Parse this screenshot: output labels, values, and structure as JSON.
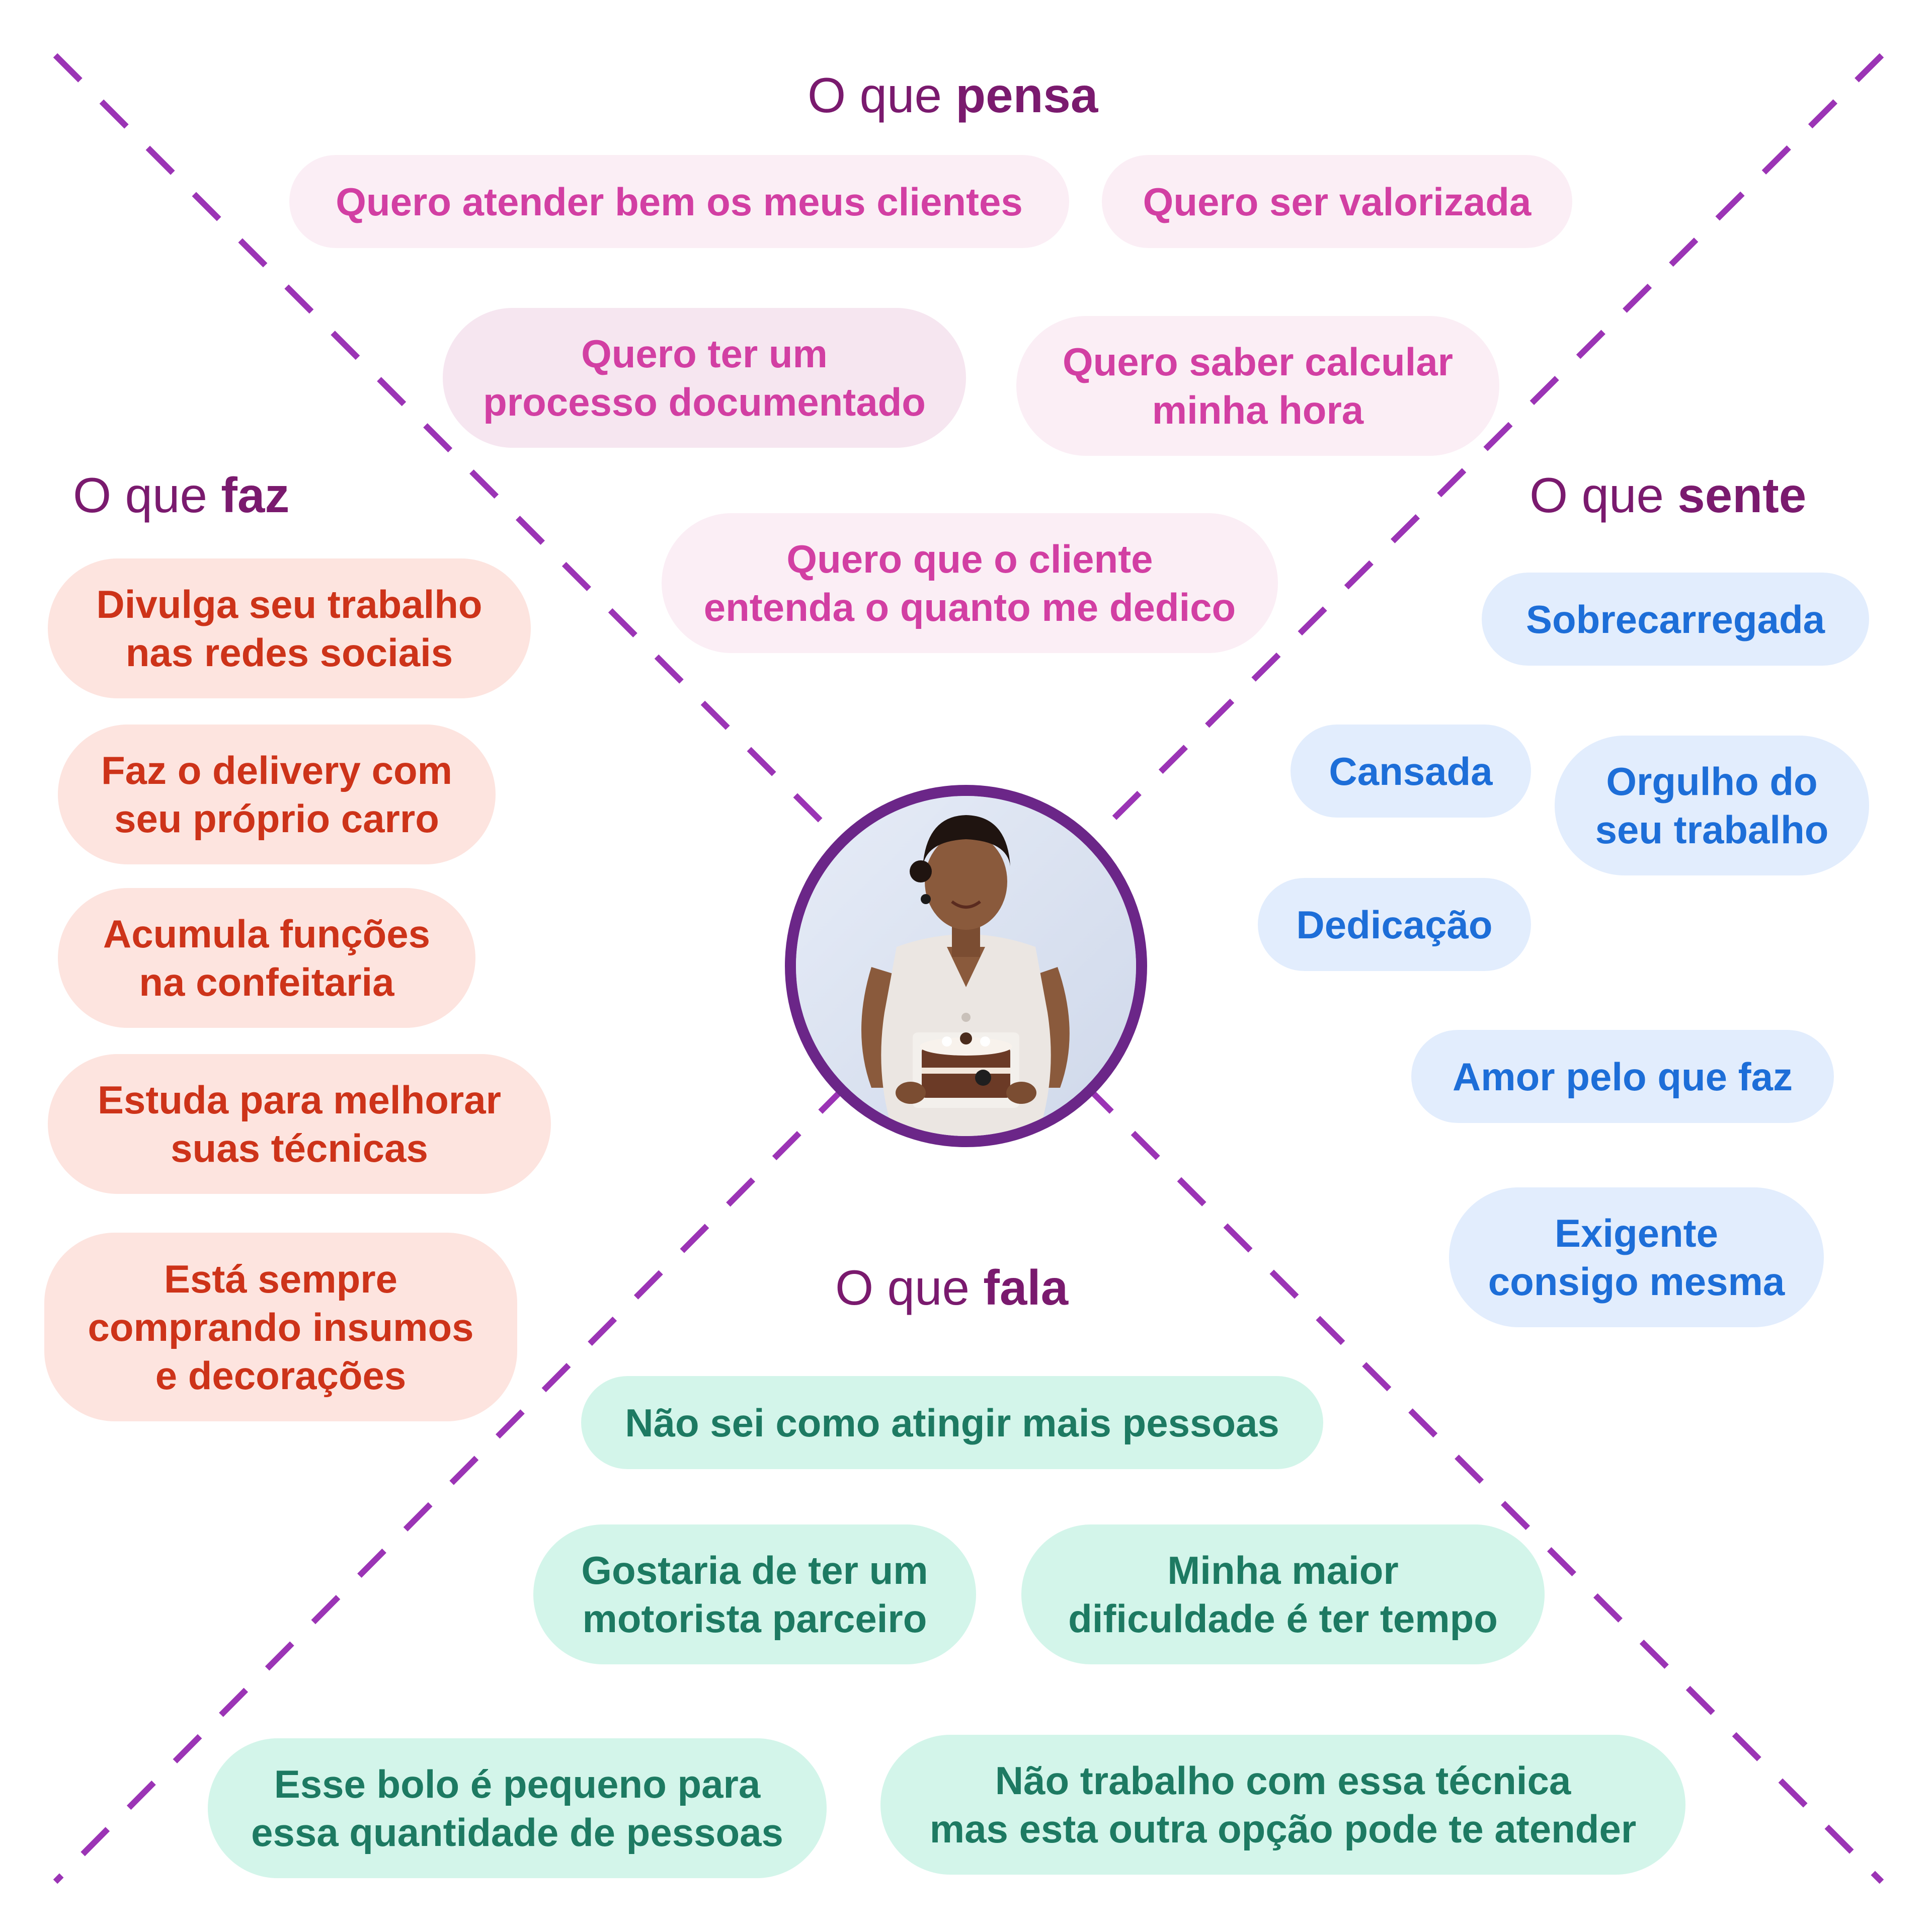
{
  "colors": {
    "title": "#7a1a6e",
    "diagonal": "#9b34b5",
    "avatar_border": "#6b2688",
    "pensa_bg": "#fbeef5",
    "pensa_text": "#d23fa3",
    "faz_bg": "#fde4df",
    "faz_text": "#cd3319",
    "sente_bg": "#e2edfd",
    "sente_text": "#1d6ed8",
    "fala_bg": "#d3f5ea",
    "fala_text": "#1d7a62"
  },
  "sections": {
    "pensa": {
      "prefix": "O que ",
      "keyword": "pensa",
      "items": [
        "Quero atender bem os meus clientes",
        "Quero ser valorizada",
        "Quero ter um\nprocesso documentado",
        "Quero saber calcular\nminha hora",
        "Quero que o cliente\nentenda o quanto me dedico"
      ]
    },
    "faz": {
      "prefix": "O que ",
      "keyword": "faz",
      "items": [
        "Divulga seu trabalho\nnas redes sociais",
        "Faz o delivery com\nseu próprio carro",
        "Acumula funções\nna confeitaria",
        "Estuda para melhorar\nsuas técnicas",
        "Está sempre\ncomprando insumos\ne decorações"
      ]
    },
    "sente": {
      "prefix": "O que ",
      "keyword": "sente",
      "items": [
        "Sobrecarregada",
        "Cansada",
        "Orgulho do\nseu trabalho",
        "Dedicação",
        "Amor pelo que faz",
        "Exigente\nconsigo mesma"
      ]
    },
    "fala": {
      "prefix": "O que ",
      "keyword": "fala",
      "items": [
        "Não sei como atingir mais pessoas",
        "Gostaria de ter um\nmotorista parceiro",
        "Minha maior\ndificuldade é ter tempo",
        "Esse bolo é pequeno para\nessa quantidade de pessoas",
        "Não trabalho com essa técnica\nmas esta outra opção pode te atender"
      ]
    }
  },
  "avatar": {
    "subject": "woman-holding-cake-photo"
  }
}
